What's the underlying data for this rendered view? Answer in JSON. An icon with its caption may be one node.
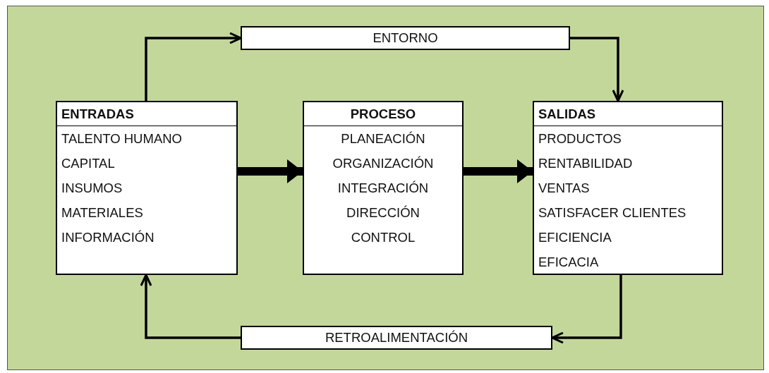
{
  "diagram": {
    "nodes": [
      {
        "text": [
          "ENTORNO"
        ]
      },
      {
        "text": [
          "ENTRADAS",
          "TALENTO HUMANO",
          "CAPITAL",
          "INSUMOS",
          "MATERIALES",
          "INFORMACIÓN"
        ]
      },
      {
        "text": [
          "PROCESO",
          "PLANEACIÓN",
          "ORGANIZACIÓN",
          "INTEGRACIÓN",
          "DIRECCIÓN",
          "CONTROL"
        ]
      },
      {
        "text": [
          "SALIDAS",
          "PRODUCTOS",
          "RENTABILIDAD",
          "VENTAS",
          "SATISFACER CLIENTES",
          "EFICIENCIA",
          "EFICACIA"
        ]
      },
      {
        "text": [
          "RETROALIMENTACIÓN"
        ]
      }
    ],
    "edges": [
      {
        "from": 1,
        "to": 0,
        "arrow": "to"
      },
      {
        "from": 0,
        "to": 3,
        "arrow": "to"
      },
      {
        "from": 1,
        "to": 2,
        "arrow": "to",
        "style": "thick"
      },
      {
        "from": 2,
        "to": 3,
        "arrow": "to",
        "style": "thick"
      },
      {
        "from": 3,
        "to": 4,
        "arrow": "to"
      },
      {
        "from": 4,
        "to": 1,
        "arrow": "to"
      }
    ]
  }
}
